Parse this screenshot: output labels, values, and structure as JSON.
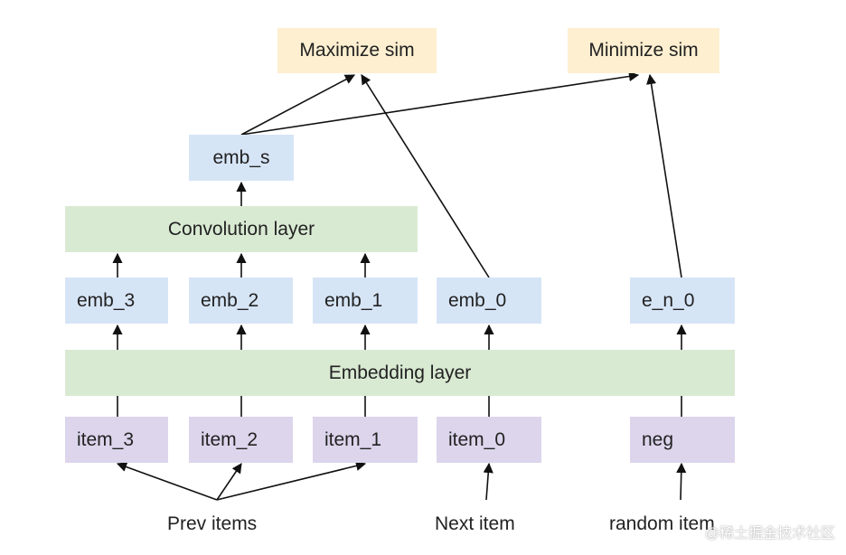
{
  "colors": {
    "objective_fill": "#fdefd0",
    "embedding_fill": "#d6e5f6",
    "layer_fill": "#d9ead3",
    "item_fill": "#dcd5ec",
    "arrow": "#111111",
    "text": "#222222"
  },
  "objectives": {
    "maximize": "Maximize sim",
    "minimize": "Minimize sim"
  },
  "embeddings": {
    "emb_s": "emb_s",
    "emb_3": "emb_3",
    "emb_2": "emb_2",
    "emb_1": "emb_1",
    "emb_0": "emb_0",
    "e_n_0": "e_n_0"
  },
  "layers": {
    "convolution": "Convolution layer",
    "embedding": "Embedding layer"
  },
  "items": {
    "item_3": "item_3",
    "item_2": "item_2",
    "item_1": "item_1",
    "item_0": "item_0",
    "neg": "neg"
  },
  "inputs": {
    "prev": "Prev items",
    "next": "Next item",
    "random": "random item"
  },
  "watermark": "@稀土掘金技术社区"
}
